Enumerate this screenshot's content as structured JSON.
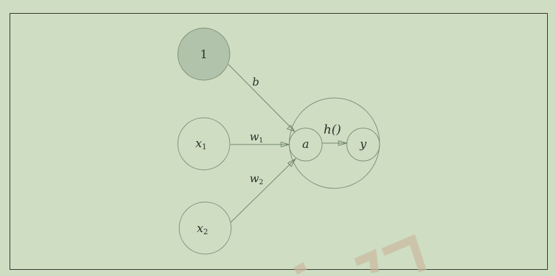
{
  "diagram": {
    "nodes": {
      "bias": {
        "label": "1"
      },
      "x1": {
        "label": "x",
        "sub": "1"
      },
      "x2": {
        "label": "x",
        "sub": "2"
      },
      "a": {
        "label": "a"
      },
      "y": {
        "label": "y"
      }
    },
    "edges": {
      "b": {
        "label": "b"
      },
      "w1": {
        "label": "w",
        "sub": "1"
      },
      "w2": {
        "label": "w",
        "sub": "2"
      },
      "h": {
        "label": "h()"
      }
    }
  },
  "colors": {
    "background": "#cfdec3",
    "bias_fill": "#b2c3ab",
    "stroke": "#7d8f76",
    "text": "#2b2f2a"
  }
}
